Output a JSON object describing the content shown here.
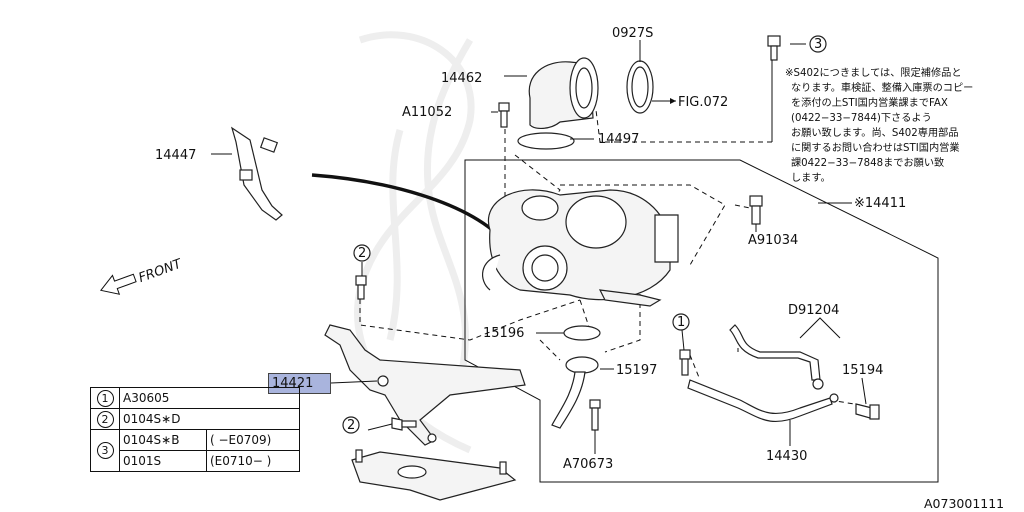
{
  "labels": {
    "p14462": "14462",
    "p0927s": "0927S",
    "pA11052": "A11052",
    "pfig": "FIG.072",
    "p14497": "14497",
    "p14447": "14447",
    "p14411": "※14411",
    "pA91034": "A91034",
    "pD91204": "D91204",
    "p15196": "15196",
    "p15197": "15197",
    "p15194": "15194",
    "p14430": "14430",
    "pA70673": "A70673",
    "front": "FRONT",
    "highlight": "14421"
  },
  "callouts": {
    "c1": "1",
    "c2": "2",
    "c3": "3"
  },
  "note_lines": [
    "※S402につきましては、限定補修品と",
    "なります。車検証、整備入庫票のコピー",
    "を添付の上STI国内営業課までFAX",
    "(0422−33−7844)下さるよう",
    "お願い致します。尚、S402専用部品",
    "に関するお問い合わせはSTI国内営業",
    "課0422−33−7848までお願い致",
    "します。"
  ],
  "legend": [
    {
      "num": "1",
      "code": "A30605",
      "range": ""
    },
    {
      "num": "2",
      "code": "0104S∗D",
      "range": ""
    },
    {
      "num": "3",
      "code": "0104S∗B",
      "range": "( −E0709)"
    },
    {
      "num": "",
      "code": "0101S",
      "range": "(E0710− )"
    }
  ],
  "doc_id": "A073001111"
}
